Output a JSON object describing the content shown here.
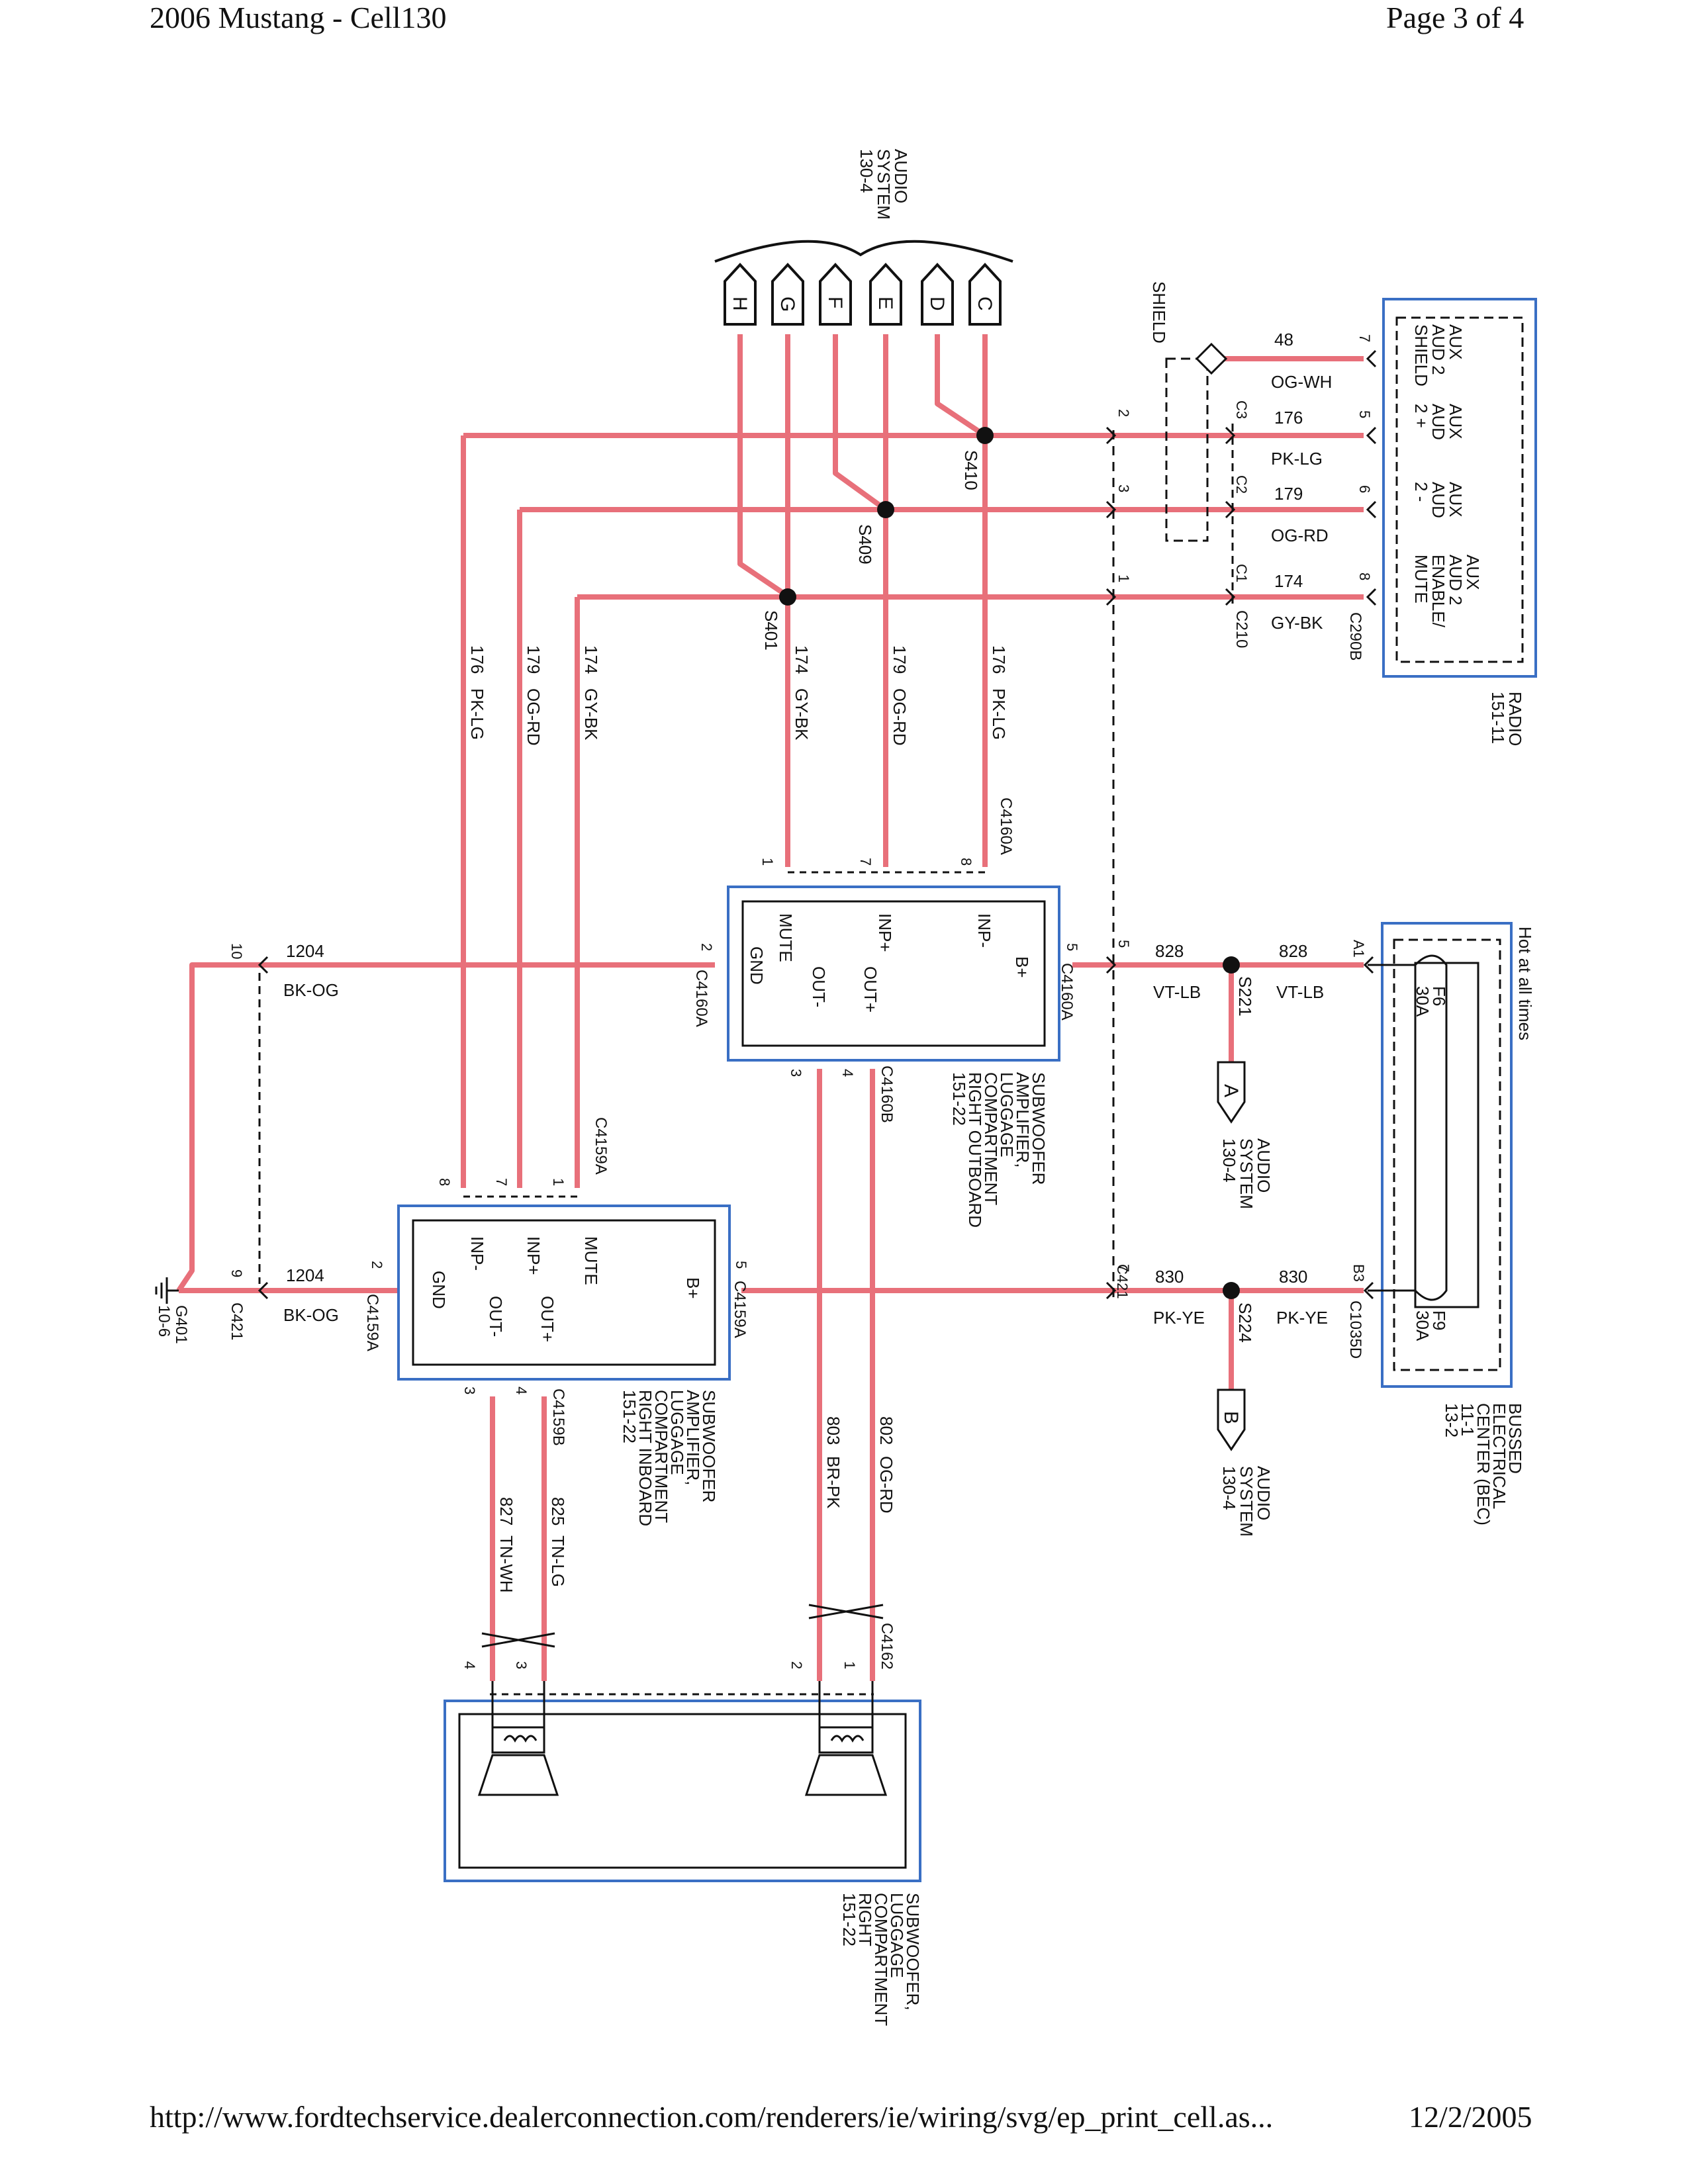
{
  "header": {
    "left": "2006 Mustang - Cell130",
    "right": "Page 3 of 4"
  },
  "footer": {
    "url": "http://www.fordtechservice.dealerconnection.com/renderers/ie/wiring/svg/ep_print_cell.as...",
    "date": "12/2/2005"
  },
  "colors": {
    "wire": "#e8707a",
    "box": "#3a6fc4",
    "ink": "#111111"
  },
  "audio_system_top": {
    "ref": [
      "AUDIO",
      "SYSTEM",
      "130-4"
    ],
    "pins": [
      "H",
      "G",
      "F",
      "E",
      "D",
      "C"
    ]
  },
  "shield_label": "SHIELD",
  "radio": {
    "ref": [
      "RADIO",
      "151-11"
    ],
    "connector": "C290B",
    "functions": [
      [
        "AUX",
        "AUD 2",
        "SHIELD"
      ],
      [
        "AUX",
        "AUD",
        "2 +"
      ],
      [
        "AUX",
        "AUD",
        "2 -"
      ],
      [
        "AUX",
        "AUD 2",
        "ENABLE/",
        "MUTE"
      ]
    ],
    "pins": [
      "7",
      "5",
      "6",
      "8"
    ]
  },
  "c210": {
    "name": "C210",
    "pins": [
      "C3",
      "C2",
      "C1"
    ]
  },
  "radio_wires": [
    {
      "circuit": "48",
      "color": "OG-WH"
    },
    {
      "circuit": "176",
      "color": "PK-LG"
    },
    {
      "circuit": "179",
      "color": "OG-RD"
    },
    {
      "circuit": "174",
      "color": "GY-BK"
    }
  ],
  "splices": [
    "S410",
    "S409",
    "S401",
    "S221",
    "S224"
  ],
  "harness_pins": [
    "2",
    "3",
    "1",
    "5",
    "7"
  ],
  "vertical_wires": [
    {
      "circuit": "176",
      "color": "PK-LG"
    },
    {
      "circuit": "179",
      "color": "OG-RD"
    },
    {
      "circuit": "174",
      "color": "GY-BK"
    },
    {
      "circuit": "174",
      "color": "GY-BK"
    },
    {
      "circuit": "179",
      "color": "OG-RD"
    },
    {
      "circuit": "176",
      "color": "PK-LG"
    }
  ],
  "amp_outboard": {
    "connectors": [
      "C4160A",
      "C4160B"
    ],
    "terminals": [
      "MUTE",
      "GND",
      "INP+",
      "OUT-",
      "OUT+",
      "INP-",
      "B+"
    ],
    "pins": [
      "1",
      "7",
      "8",
      "2",
      "5",
      "3",
      "4"
    ],
    "desc": [
      "SUBWOOFER",
      "AMPLIFIER,",
      "LUGGAGE",
      "COMPARTMENT",
      "RIGHT OUTBOARD",
      "151-22"
    ]
  },
  "amp_inboard": {
    "connectors": [
      "C4159A",
      "C4159B"
    ],
    "terminals": [
      "INP-",
      "GND",
      "INP+",
      "OUT-",
      "MUTE",
      "OUT+",
      "B+"
    ],
    "pins": [
      "8",
      "7",
      "1",
      "2",
      "5",
      "3",
      "4"
    ],
    "desc": [
      "SUBWOOFER",
      "AMPLIFIER,",
      "LUGGAGE",
      "COMPARTMENT",
      "RIGHT INBOARD",
      "151-22"
    ]
  },
  "ground": {
    "connector": "C421",
    "pins": [
      "10",
      "9"
    ],
    "circuit": "1204",
    "color": "BK-OG",
    "name": "G401",
    "ref": "10-6"
  },
  "power_wires": [
    {
      "circuit": "828",
      "color": "VT-LB"
    },
    {
      "circuit": "830",
      "color": "PK-YE"
    }
  ],
  "bec": {
    "header": "Hot at all times",
    "connector": "C1035D",
    "pins": [
      "A1",
      "B3"
    ],
    "fuses": [
      {
        "name": "F6",
        "rating": "30A"
      },
      {
        "name": "F9",
        "rating": "30A"
      }
    ],
    "desc": [
      "BUSSED",
      "ELECTRICAL",
      "CENTER (BEC)",
      "11-1",
      "13-2"
    ]
  },
  "audio_a": {
    "letter": "A",
    "ref": [
      "AUDIO",
      "SYSTEM",
      "130-4"
    ]
  },
  "audio_b": {
    "letter": "B",
    "ref": [
      "AUDIO",
      "SYSTEM",
      "130-4"
    ]
  },
  "speaker_wires": [
    {
      "circuit": "803",
      "color": "BR-PK"
    },
    {
      "circuit": "802",
      "color": "OG-RD"
    },
    {
      "circuit": "827",
      "color": "TN-WH"
    },
    {
      "circuit": "825",
      "color": "TN-LG"
    }
  ],
  "subwoofer": {
    "connector": "C4162",
    "pins": [
      "4",
      "3",
      "2",
      "1"
    ],
    "desc": [
      "SUBWOOFER,",
      "LUGGAGE",
      "COMPARTMENT",
      "RIGHT",
      "151-22"
    ]
  }
}
